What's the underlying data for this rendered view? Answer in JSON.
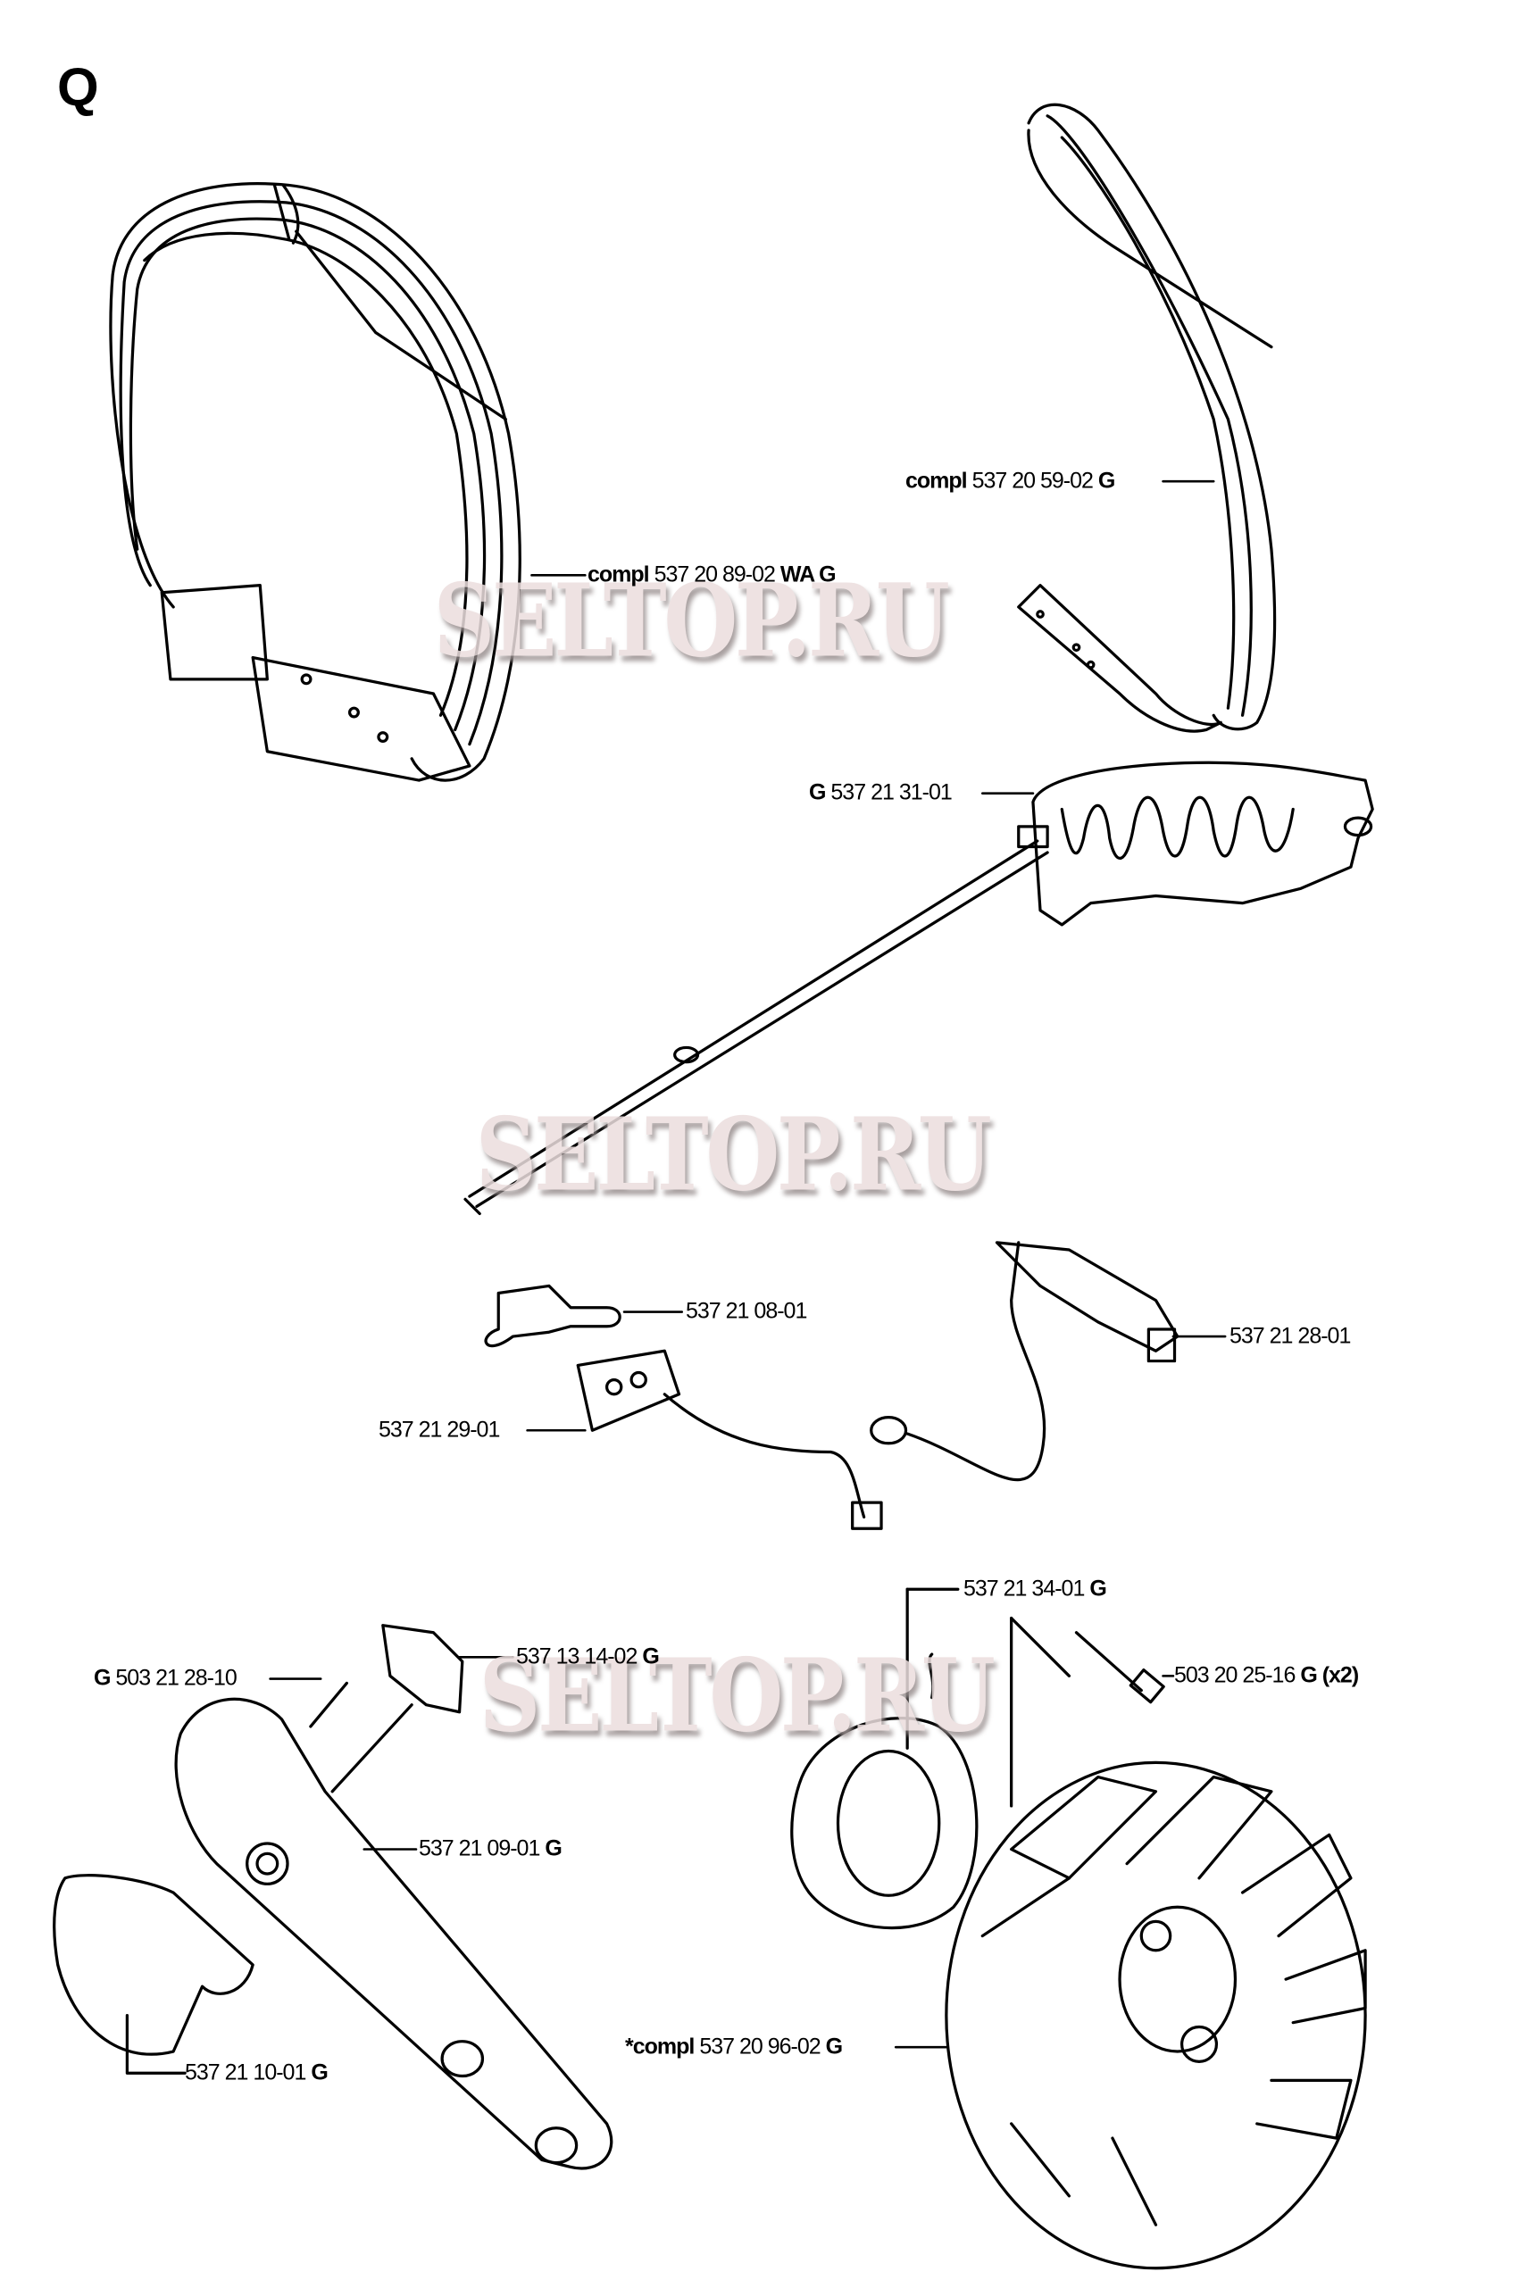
{
  "section_letter": "Q",
  "watermark": "SELTOP.RU",
  "labels": {
    "front_handle": {
      "prefix": "compl",
      "number": "537 20 89-02",
      "suffix": "WA G"
    },
    "rear_handle": {
      "prefix": "compl",
      "number": "537 20 59-02",
      "suffix": "G"
    },
    "heater_element": {
      "prefix": "G",
      "number": "537 21 31-01"
    },
    "clamp": {
      "number": "537 21 08-01"
    },
    "heater_cable": {
      "number": "537 21 28-01"
    },
    "switch": {
      "number": "537 21 29-01"
    },
    "generator": {
      "number": "537 21 34-01",
      "suffix": "G"
    },
    "screw_generator": {
      "number": "503 20 25-16",
      "suffix": "G (x2)"
    },
    "screw": {
      "prefix": "G",
      "number": "503 21 28-10"
    },
    "contact": {
      "number": "537 13 14-02",
      "suffix": "G"
    },
    "handle_bar": {
      "number": "537 21 09-01",
      "suffix": "G"
    },
    "cover": {
      "number": "537 21 10-01",
      "suffix": "G"
    },
    "flywheel": {
      "prefix": "*compl",
      "number": "537 20 96-02",
      "suffix": "G"
    }
  }
}
